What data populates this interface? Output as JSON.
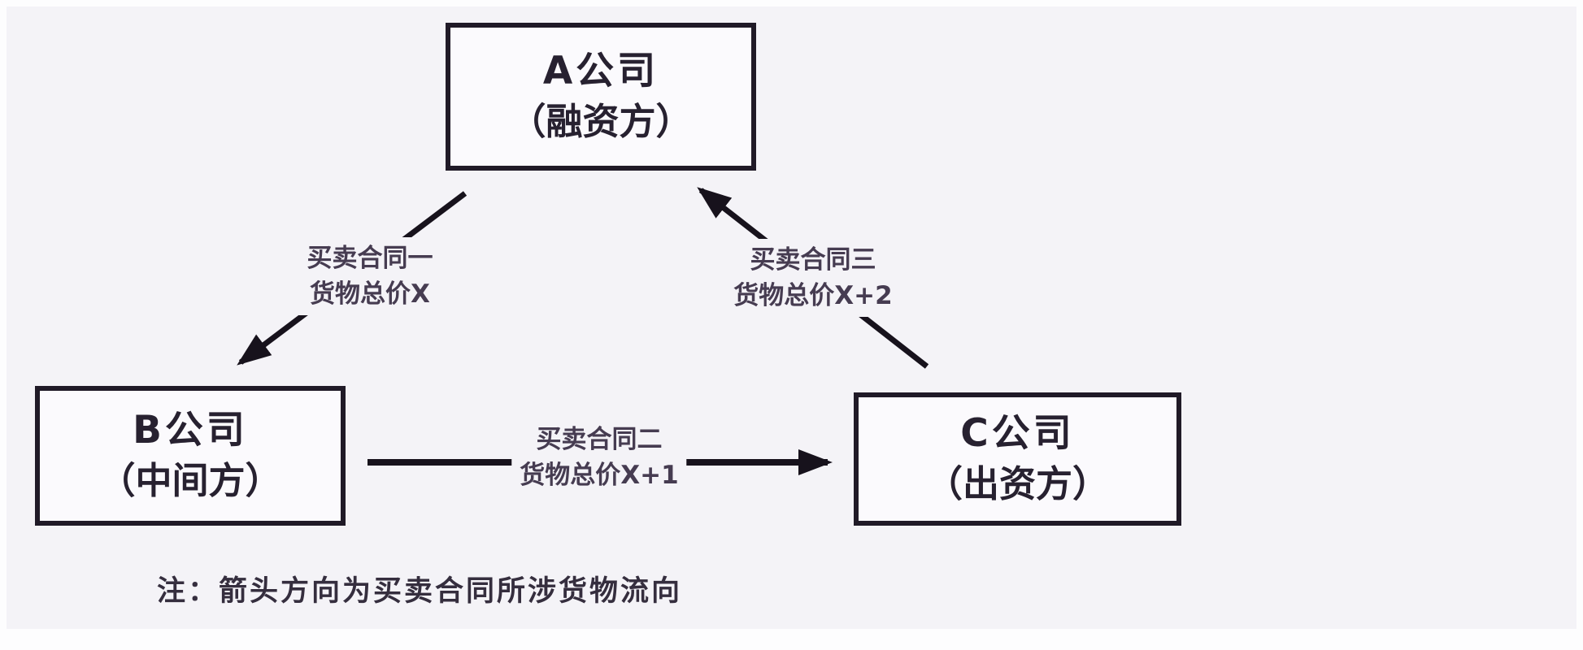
{
  "diagram": {
    "title_hint": "purchase-sale contract goods flow among three companies",
    "colors": {
      "page_background": "#f4f3f7",
      "outer_margin": "#fdfdfe",
      "node_border": "#201a27",
      "node_fill": "#fbfafd",
      "node_text": "#272130",
      "edge_label_text": "#463c51",
      "arrow": "#17121c",
      "note_text": "#352e3e"
    },
    "nodes": [
      {
        "id": "company-a",
        "line1": "A公司",
        "line2": "（融资方）"
      },
      {
        "id": "company-b",
        "line1": "B公司",
        "line2": "（中间方）"
      },
      {
        "id": "company-c",
        "line1": "C公司",
        "line2": "（出资方）"
      }
    ],
    "edges": [
      {
        "id": "contract-1",
        "from": "company-a",
        "to": "company-b",
        "line1": "买卖合同一",
        "line2": "货物总价X"
      },
      {
        "id": "contract-2",
        "from": "company-b",
        "to": "company-c",
        "line1": "买卖合同二",
        "line2": "货物总价X+1"
      },
      {
        "id": "contract-3",
        "from": "company-c",
        "to": "company-a",
        "line1": "买卖合同三",
        "line2": "货物总价X+2"
      }
    ],
    "note": {
      "text": "注：箭头方向为买卖合同所涉货物流向"
    }
  }
}
